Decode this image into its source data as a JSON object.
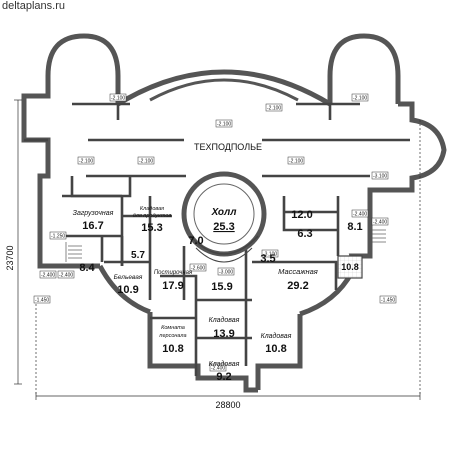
{
  "site_label": "deltaplans.ru",
  "dimensions": {
    "width": "28800",
    "height": "23700"
  },
  "rooms": [
    {
      "id": "zagruzochnaya",
      "name": "Загрузочная",
      "area": "16.7"
    },
    {
      "id": "kladovaya-produkty",
      "name_line1": "Кладовая",
      "name_line2": "для продуктов",
      "area": "15.3"
    },
    {
      "id": "holl",
      "name": "Холл",
      "area": "25.3"
    },
    {
      "id": "room-12",
      "area": "12.0"
    },
    {
      "id": "room-6-3",
      "area": "6.3"
    },
    {
      "id": "room-8-1",
      "area": "8.1"
    },
    {
      "id": "room-7-0",
      "area": "7.0"
    },
    {
      "id": "room-3-5",
      "area": "3.5"
    },
    {
      "id": "massazhnaya",
      "name": "Массажная",
      "area": "29.2"
    },
    {
      "id": "room-10-8-bath",
      "area": "10.8"
    },
    {
      "id": "room-8-4",
      "area": "8.4"
    },
    {
      "id": "room-5-7",
      "area": "5.7"
    },
    {
      "id": "belevaya",
      "name": "Бельевая",
      "area": "10.9"
    },
    {
      "id": "postirochnaya",
      "name": "Постирочная",
      "area": "17.9"
    },
    {
      "id": "room-15-9",
      "area": "15.9"
    },
    {
      "id": "kladovaya-1",
      "name": "Кладовая",
      "area": "13.9"
    },
    {
      "id": "komnata-personala",
      "name_line1": "Комната",
      "name_line2": "персонала",
      "area": "10.8"
    },
    {
      "id": "kladovaya-2",
      "name": "Кладовая",
      "area": "10.8"
    },
    {
      "id": "kladovaya-3",
      "name": "Кладовая",
      "area": "9.2"
    }
  ],
  "zones": {
    "techpodpolye": "ТЕХПОДПОЛЬЕ"
  },
  "elevations": {
    "e1": "-2.100",
    "e2": "-2.100",
    "e3": "-2.100",
    "e4": "-2.100",
    "e5": "-2.100",
    "e6": "-2.100",
    "e7": "-3.100",
    "e8": "-2.100",
    "e9": "-3.000",
    "e10": "-1.250",
    "e11": "-1.450",
    "e12": "-2.400",
    "e13": "-2.400",
    "e14": "-1.450",
    "e15": "-2.400",
    "e16": "-2.400",
    "e17": "-2.600",
    "e18": "-3.100",
    "e19": "-2.400"
  }
}
